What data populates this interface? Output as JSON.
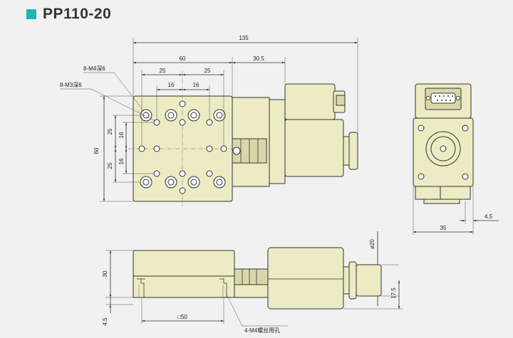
{
  "title": "PP110-20",
  "colors": {
    "accent": "#1fb3b8",
    "body": "#ecebc4",
    "line": "#333333"
  },
  "dimensions": {
    "top_total": "135",
    "top_table": "60",
    "top_motor": "30.5",
    "top_25_left": "25",
    "top_25_right": "25",
    "top_16_left": "16",
    "top_16_right": "16",
    "callout_m4": "8-M4深6",
    "callout_m3": "8-M3深6",
    "left_60": "60",
    "left_25_top": "25",
    "left_25_bottom": "25",
    "left_16_top": "16",
    "left_16_bottom": "16",
    "side_width": "35",
    "side_offset": "4.5",
    "front_height": "30",
    "front_base": "4.5",
    "front_square": "□50",
    "front_dia": "ø20",
    "front_axis": "17.5",
    "callout_tap": "4-M4螺丝用孔"
  }
}
